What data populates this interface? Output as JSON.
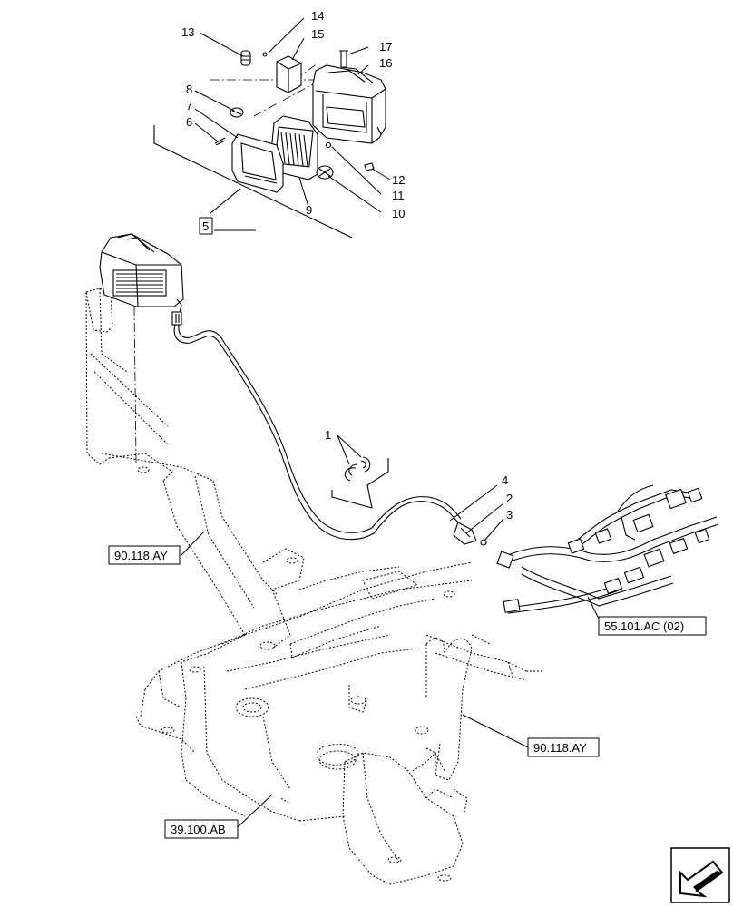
{
  "callouts": {
    "c1": "1",
    "c2": "2",
    "c3": "3",
    "c4": "4",
    "c5": "5",
    "c6": "6",
    "c7": "7",
    "c8": "8",
    "c9": "9",
    "c10": "10",
    "c11": "11",
    "c12": "12",
    "c13": "13",
    "c14": "14",
    "c15": "15",
    "c16": "16",
    "c17": "17"
  },
  "references": {
    "r1": "90.118.AY",
    "r2": "55.101.AC (02)",
    "r3": "90.118.AY",
    "r4": "39.100.AB"
  },
  "nav_icon": "direction-arrow-icon"
}
